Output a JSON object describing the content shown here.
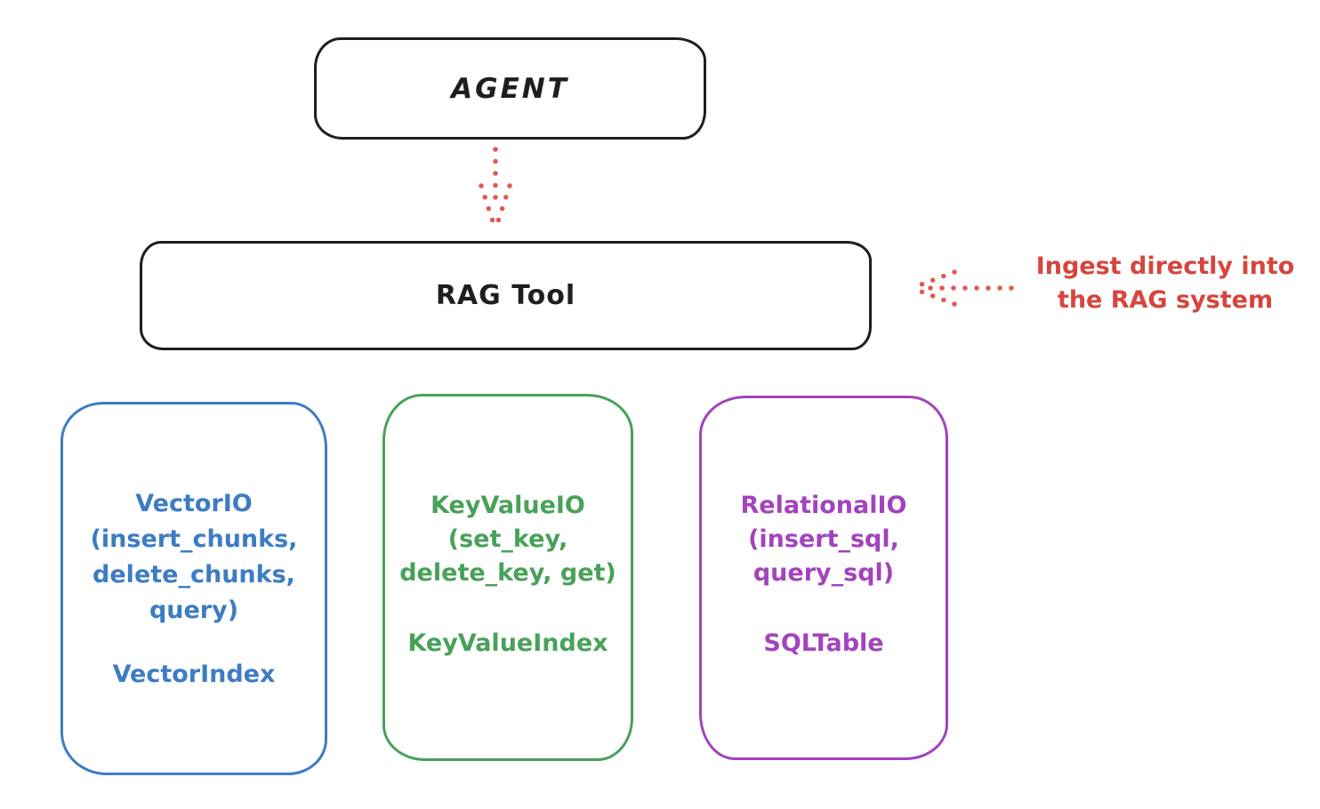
{
  "diagram": {
    "agent": {
      "label": "AGENT"
    },
    "rag_tool": {
      "label": "RAG Tool"
    },
    "annotation": {
      "line1": "Ingest directly into",
      "line2": "the RAG system"
    },
    "stores": [
      {
        "id": "vector-io",
        "lines": [
          "VectorIO",
          "(insert_chunks,",
          "delete_chunks,",
          "query)"
        ],
        "index": "VectorIndex",
        "color": "#3d7cc4"
      },
      {
        "id": "keyvalue-io",
        "lines": [
          "KeyValueIO",
          "(set_key,",
          "delete_key, get)"
        ],
        "index": "KeyValueIndex",
        "color": "#48a159"
      },
      {
        "id": "relational-io",
        "lines": [
          "RelationalIO",
          "(insert_sql,",
          "query_sql)"
        ],
        "index": "SQLTable",
        "color": "#a243bd"
      }
    ],
    "colors": {
      "ink": "#1e1e1e",
      "arrow_red": "#e05a50",
      "annotation_red": "#d6453d",
      "background": "#ffffff"
    }
  }
}
